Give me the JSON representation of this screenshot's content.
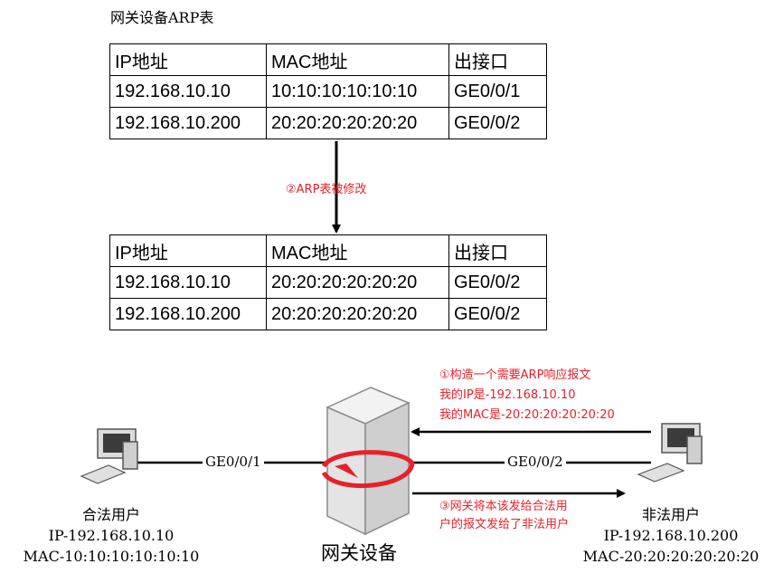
{
  "diagram": {
    "title": "网关设备ARP表",
    "table_headers": [
      "IP地址",
      "MAC地址",
      "出接口"
    ],
    "table_before": [
      [
        "192.168.10.10",
        "10:10:10:10:10:10",
        "GE0/0/1"
      ],
      [
        "192.168.10.200",
        "20:20:20:20:20:20",
        "GE0/0/2"
      ]
    ],
    "table_after": [
      [
        "192.168.10.10",
        "20:20:20:20:20:20",
        "GE0/0/2"
      ],
      [
        "192.168.10.200",
        "20:20:20:20:20:20",
        "GE0/0/2"
      ]
    ],
    "step2_label": "②ARP表被修改",
    "step1_lines": [
      "①构造一个需要ARP响应报文",
      "我的IP是-192.168.10.10",
      "我的MAC是-20:20:20:20:20:20"
    ],
    "step3_lines": [
      "③网关将本该发给合法用",
      "户的报文发给了非法用户"
    ],
    "gateway_label": "网关设备",
    "left_port": "GE0/0/1",
    "right_port": "GE0/0/2",
    "legit_user": {
      "name": "合法用户",
      "ip": "IP-192.168.10.10",
      "mac": "MAC-10:10:10:10:10:10"
    },
    "illegal_user": {
      "name": "非法用户",
      "ip": "IP-192.168.10.200",
      "mac": "MAC-20:20:20:20:20:20"
    },
    "colors": {
      "annotation": "#e8202a",
      "line": "#000000"
    }
  }
}
